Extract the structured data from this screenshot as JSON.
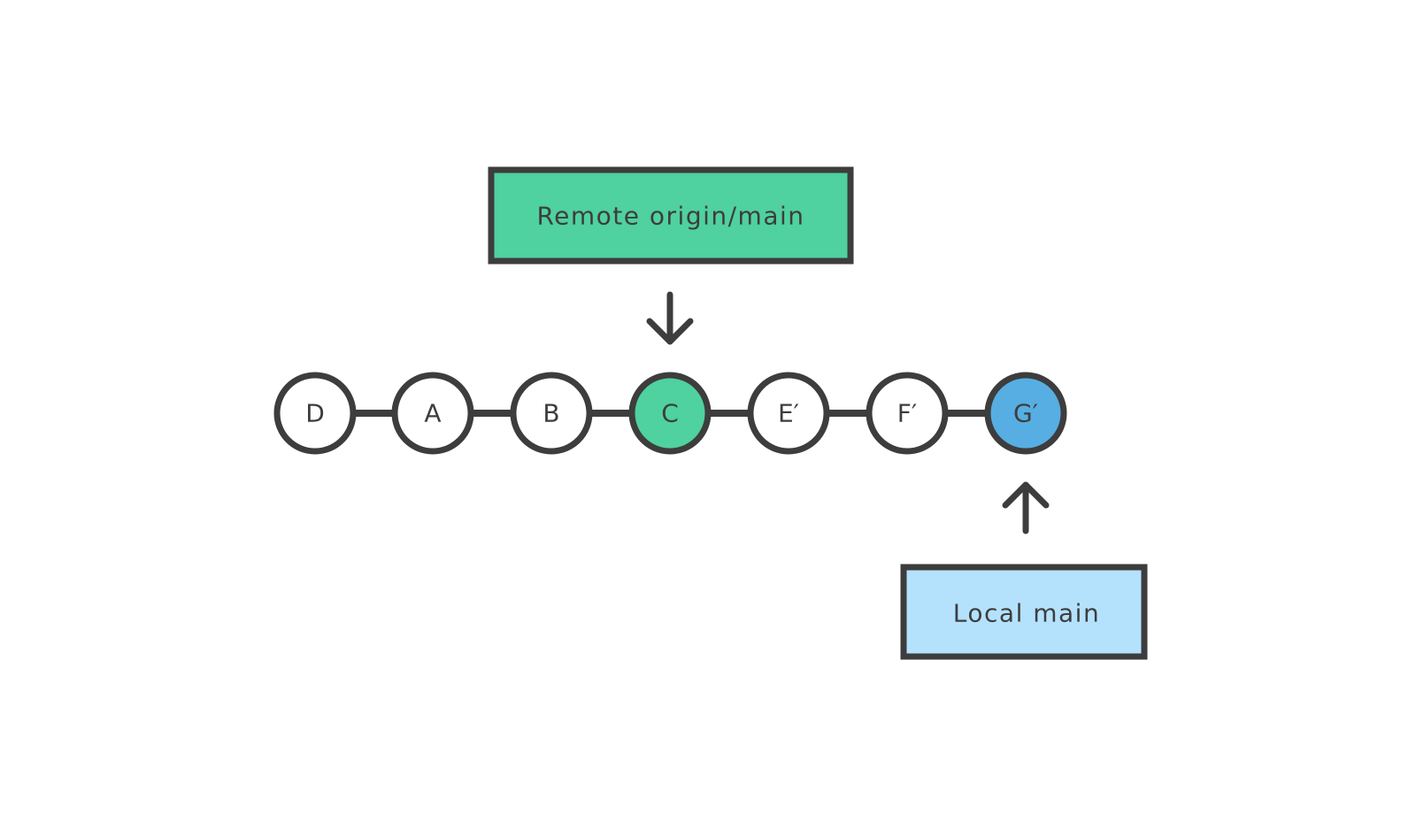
{
  "colors": {
    "stroke": "#3d3d3d",
    "commit_fill": "#ffffff",
    "remote_fill": "#4fd1a0",
    "local_commit_fill": "#56aee2",
    "local_box_fill": "#b4e2fd"
  },
  "commits": [
    {
      "label": "D"
    },
    {
      "label": "A"
    },
    {
      "label": "B"
    },
    {
      "label": "C"
    },
    {
      "label": "E′"
    },
    {
      "label": "F′"
    },
    {
      "label": "G′"
    }
  ],
  "refs": {
    "remote": {
      "label": "Remote origin/main",
      "points_to": "C"
    },
    "local": {
      "label": "Local main",
      "points_to": "G′"
    }
  }
}
